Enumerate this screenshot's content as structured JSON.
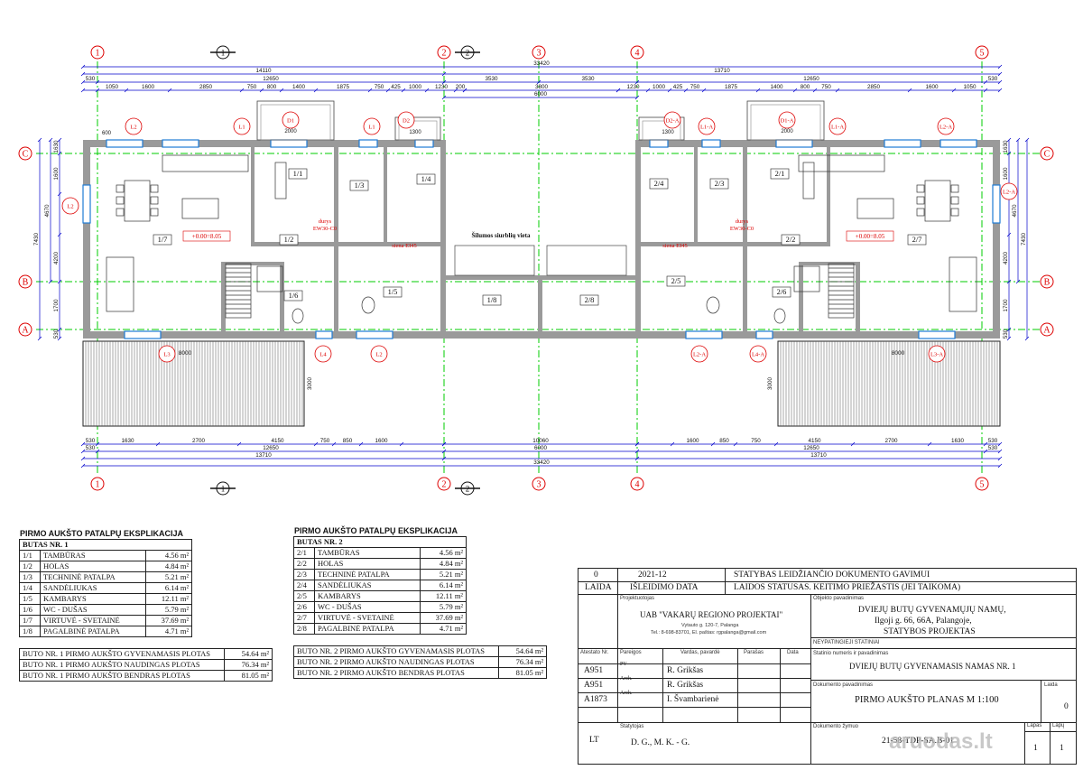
{
  "grid": {
    "vertical": [
      "1",
      "2",
      "3",
      "4",
      "5"
    ],
    "horizontal": [
      "C",
      "B",
      "A"
    ],
    "sections": [
      "1",
      "2"
    ]
  },
  "dims": {
    "top_total": "33420",
    "top_left": "14110",
    "top_right": "13710",
    "top_mid": "6000",
    "top_left2": "12650",
    "top_right2": "12650",
    "top_center_a": "3530",
    "top_center_b": "3530",
    "edge": "530",
    "top_segments_left": [
      "1050",
      "1600",
      "2850",
      "750",
      "800",
      "1400",
      "1875",
      "750",
      "425",
      "1000",
      "1230",
      "200"
    ],
    "top_segments_center": "3800",
    "top_segments_right": [
      "1230",
      "1000",
      "425",
      "750",
      "1875",
      "1400",
      "800",
      "750",
      "2850",
      "1600",
      "1050"
    ],
    "bottom_segments_left": [
      "1630",
      "2700",
      "4150",
      "750",
      "850",
      "1600"
    ],
    "bottom_center": "10060",
    "bottom_segments_right": [
      "1600",
      "850",
      "750",
      "4150",
      "2700",
      "1630"
    ],
    "bottom_left2": "12650",
    "bottom_right2": "12650",
    "bottom_mid": "6000",
    "bottom_left": "13710",
    "bottom_right": "13710",
    "bottom_total": "33420",
    "left_total": "7430",
    "left_a": "4670",
    "left_b": "1630",
    "left_c": "1600",
    "left_d": "4200",
    "left_e": "1700",
    "left_f": "530",
    "right_total": "7430",
    "right_a": "4670",
    "right_b": "1630",
    "right_c": "1600",
    "right_d": "4200",
    "right_e": "1700",
    "right_f": "530",
    "terrace_left": "8000",
    "terrace_right": "8000",
    "terrace_depth_left": "3000",
    "terrace_depth_right": "3000",
    "door_w1": "2000",
    "door_w2": "1300",
    "door_w3": "2000",
    "door_w4": "1300",
    "door_w5": "600"
  },
  "rooms": {
    "left": [
      "1/1",
      "1/2",
      "1/3",
      "1/4",
      "1/5",
      "1/6",
      "1/7",
      "1/8"
    ],
    "right": [
      "2/1",
      "2/2",
      "2/3",
      "2/4",
      "2/5",
      "2/6",
      "2/7",
      "2/8"
    ]
  },
  "plan_labels": {
    "elevation_left": "+0.00=8.05",
    "elevation_right": "+0.00=8.05",
    "door_left": "durys\nEW30-C0",
    "door_right": "durys\nEW30-C0",
    "wall_left": "siena EI45",
    "wall_right": "siena EI45",
    "heat_pump": "Šilumos siurblių vieta",
    "window_tags_left": [
      "L2",
      "L1",
      "D1",
      "L1",
      "D2",
      "L2",
      "L3",
      "L4",
      "L2"
    ],
    "window_tags_right": [
      "D2-A",
      "L1-A",
      "D1-A",
      "L1-A",
      "L2-A",
      "L2-A",
      "L2-A",
      "L4-A",
      "L3-A"
    ]
  },
  "table1": {
    "title": "PIRMO AUKŠTO PATALPŲ EKSPLIKACIJA",
    "header": "BUTAS NR. 1",
    "rows": [
      {
        "code": "1/1",
        "name": "TAMBŪRAS",
        "area": "4.56 m²"
      },
      {
        "code": "1/2",
        "name": "HOLAS",
        "area": "4.84 m²"
      },
      {
        "code": "1/3",
        "name": "TECHNINĖ PATALPA",
        "area": "5.21 m²"
      },
      {
        "code": "1/4",
        "name": "SANDĖLIUKAS",
        "area": "6.14 m²"
      },
      {
        "code": "1/5",
        "name": "KAMBARYS",
        "area": "12.11 m²"
      },
      {
        "code": "1/6",
        "name": "WC - DUŠAS",
        "area": "5.79 m²"
      },
      {
        "code": "1/7",
        "name": "VIRTUVĖ - SVETAINĖ",
        "area": "37.69 m²"
      },
      {
        "code": "1/8",
        "name": "PAGALBINĖ PATALPA",
        "area": "4.71 m²"
      }
    ],
    "totals": [
      {
        "label": "BUTO NR. 1 PIRMO AUKŠTO GYVENAMASIS PLOTAS",
        "value": "54.64 m²"
      },
      {
        "label": "BUTO NR. 1 PIRMO AUKŠTO NAUDINGAS PLOTAS",
        "value": "76.34 m²"
      },
      {
        "label": "BUTO NR. 1 PIRMO AUKŠTO BENDRAS PLOTAS",
        "value": "81.05 m²"
      }
    ]
  },
  "table2": {
    "title": "PIRMO AUKŠTO PATALPŲ EKSPLIKACIJA",
    "header": "BUTAS NR. 2",
    "rows": [
      {
        "code": "2/1",
        "name": "TAMBŪRAS",
        "area": "4.56 m²"
      },
      {
        "code": "2/2",
        "name": "HOLAS",
        "area": "4.84 m²"
      },
      {
        "code": "2/3",
        "name": "TECHNINĖ PATALPA",
        "area": "5.21 m²"
      },
      {
        "code": "2/4",
        "name": "SANDĖLIUKAS",
        "area": "6.14 m²"
      },
      {
        "code": "2/5",
        "name": "KAMBARYS",
        "area": "12.11 m²"
      },
      {
        "code": "2/6",
        "name": "WC - DUŠAS",
        "area": "5.79 m²"
      },
      {
        "code": "2/7",
        "name": "VIRTUVĖ - SVETAINĖ",
        "area": "37.69 m²"
      },
      {
        "code": "2/8",
        "name": "PAGALBINĖ PATALPA",
        "area": "4.71 m²"
      }
    ],
    "totals": [
      {
        "label": "BUTO NR. 2 PIRMO AUKŠTO GYVENAMASIS PLOTAS",
        "value": "54.64 m²"
      },
      {
        "label": "BUTO NR. 2 PIRMO AUKŠTO NAUDINGAS PLOTAS",
        "value": "76.34 m²"
      },
      {
        "label": "BUTO NR. 2 PIRMO AUKŠTO BENDRAS PLOTAS",
        "value": "81.05 m²"
      }
    ]
  },
  "titleblock": {
    "rev_no": "0",
    "rev_date": "2021-12",
    "rev_desc": "STATYBAS LEIDŽIANČIO DOKUMENTO GAVIMUI",
    "laida_label": "LAIDA",
    "date_label": "IŠLEIDIMO DATA",
    "laida_desc": "LAIDOS STATUSAS. KEITIMO PRIEŽASTIS (JEI TAIKOMA)",
    "designer_caption": "Projektuotojas",
    "company": "UAB \"VAKARŲ REGIONO PROJEKTAI\"",
    "address": "Vytauto g. 120-7, Palanga",
    "contacts": "Tel.: 8-698-83701, El. paštas: rgpalanga@gmail.com",
    "object_caption": "Objekto pavadinimas",
    "object1": "DVIEJŲ BUTŲ GYVENAMŲJŲ NAMŲ,",
    "object2": "Ilgoji g. 66, 66A, Palangoje,",
    "object3": "STATYBOS PROJEKTAS",
    "category": "NEYPATINGIEJI STATINIAI",
    "col_cert": "Atestato Nr.",
    "col_role": "Pareigos",
    "col_name": "Vardas, pavardė",
    "col_sign": "Parašas",
    "col_date": "Data",
    "staff": [
      {
        "cert": "A951",
        "role": "PV",
        "name": "R. Grikšas"
      },
      {
        "cert": "A951",
        "role": "Arch.",
        "name": "R. Grikšas"
      },
      {
        "cert": "A1873",
        "role": "Arch.",
        "name": "I. Švambarienė"
      }
    ],
    "building_caption": "Statinio numeris ir pavadinimas",
    "building": "DVIEJŲ BUTŲ GYVENAMASIS NAMAS NR. 1",
    "doc_caption": "Dokumento pavadinimas",
    "doc_title": "PIRMO AUKŠTO PLANAS M 1:100",
    "laida_caption": "Laida",
    "laida_value": "0",
    "lang": "LT",
    "client_caption": "Statytojas",
    "client": "D. G., M. K. - G.",
    "docno_caption": "Dokumento žymuo",
    "docno": "21-58-TDP-SA.B-01",
    "sheet_caption": "Lapas",
    "sheet": "1",
    "sheets_caption": "Lapų",
    "sheets": "1"
  },
  "watermark": "aruodas.lt",
  "colors": {
    "grid": "#00cc00",
    "dim": "#0000cc",
    "tag": "#dd0000",
    "wall": "#9a9a9a",
    "window": "#1e7bd4"
  }
}
